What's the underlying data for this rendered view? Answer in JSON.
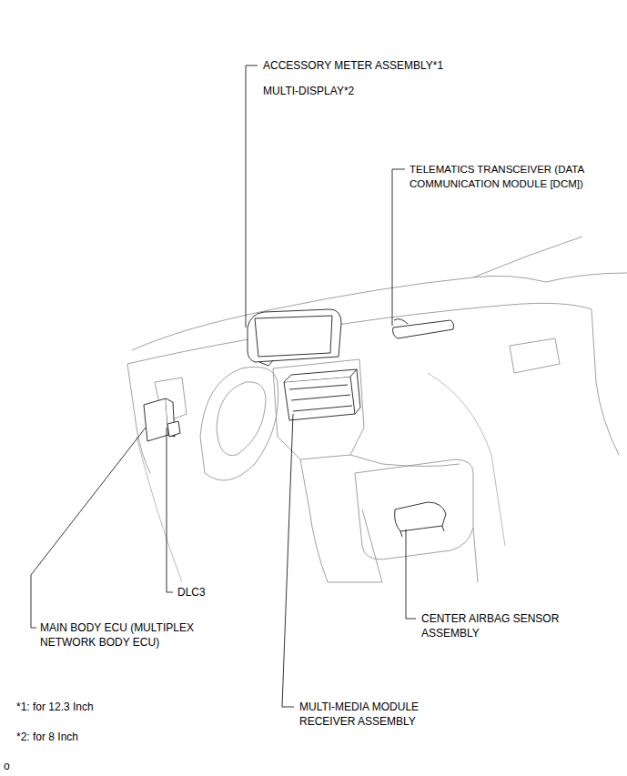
{
  "diagram": {
    "labels": [
      "ACCESSORY METER ASSEMBLY*1",
      "MULTI-DISPLAY*2",
      "TELEMATICS TRANSCEIVER (DATA COMMUNICATION MODULE [DCM])",
      "DLC3",
      "MAIN BODY ECU (MULTIPLEX NETWORK BODY ECU)",
      "CENTER AIRBAG SENSOR ASSEMBLY",
      "MULTI-MEDIA MODULE RECEIVER ASSEMBLY",
      "*1: for 12.3 Inch",
      "*2: for 8 Inch",
      "o"
    ]
  }
}
